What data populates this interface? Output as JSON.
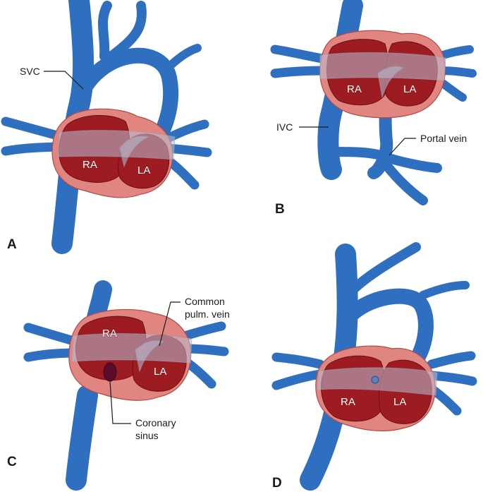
{
  "panels": {
    "a": {
      "letter": "A",
      "ra": "RA",
      "la": "LA",
      "svc": "SVC"
    },
    "b": {
      "letter": "B",
      "ra": "RA",
      "la": "LA",
      "ivc": "IVC",
      "portal": "Portal vein"
    },
    "c": {
      "letter": "C",
      "ra": "RA",
      "la": "LA",
      "common_line1": "Common",
      "common_line2": "pulm. vein",
      "coronary_line1": "Coronary",
      "coronary_line2": "sinus"
    },
    "d": {
      "letter": "D",
      "ra": "RA",
      "la": "LA"
    }
  },
  "colors": {
    "vein": "#2f6fbf",
    "atrium_wall": "#e0857f",
    "atrium_chamber": "#9c1c22",
    "confluence": "#b9bfd6"
  }
}
